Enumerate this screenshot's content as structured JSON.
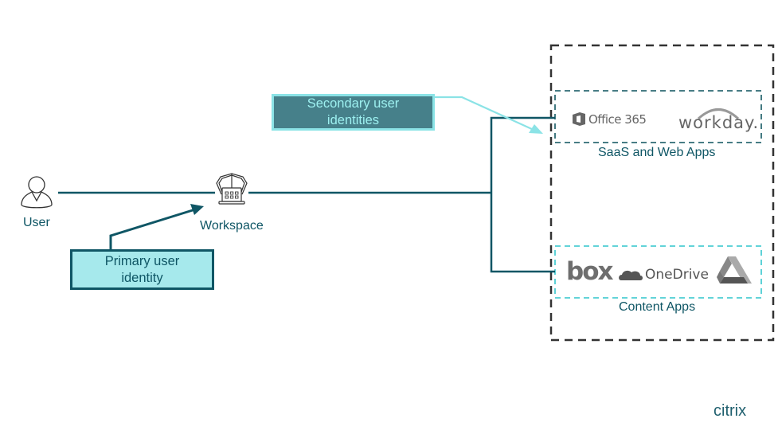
{
  "colors": {
    "primary": "#0f5665",
    "accent_light": "#8be3e6",
    "primary_box_fill": "#a6e9ec",
    "secondary_box_fill": "#46808a",
    "dashed_outer": "#333333",
    "logo_gray": "#666666"
  },
  "nodes": {
    "user": {
      "label": "User",
      "icon": "user-icon"
    },
    "workspace": {
      "label": "Workspace",
      "icon": "workspace-laptop-icon"
    }
  },
  "callouts": {
    "primary": {
      "text_line1": "Primary user",
      "text_line2": "identity"
    },
    "secondary": {
      "text_line1": "Secondary user",
      "text_line2": "identities"
    }
  },
  "groups": {
    "saas": {
      "label": "SaaS and Web Apps",
      "apps": [
        {
          "name": "Office 365",
          "icon": "office365-logo-icon"
        },
        {
          "name": "workday.",
          "icon": "workday-logo-icon"
        }
      ]
    },
    "content": {
      "label": "Content Apps",
      "apps": [
        {
          "name": "box",
          "icon": "box-logo-icon"
        },
        {
          "name": "OneDrive",
          "icon": "onedrive-logo-icon"
        },
        {
          "name": "Google Drive",
          "icon": "google-drive-logo-icon"
        }
      ]
    }
  },
  "brand": {
    "name": "citrix"
  }
}
